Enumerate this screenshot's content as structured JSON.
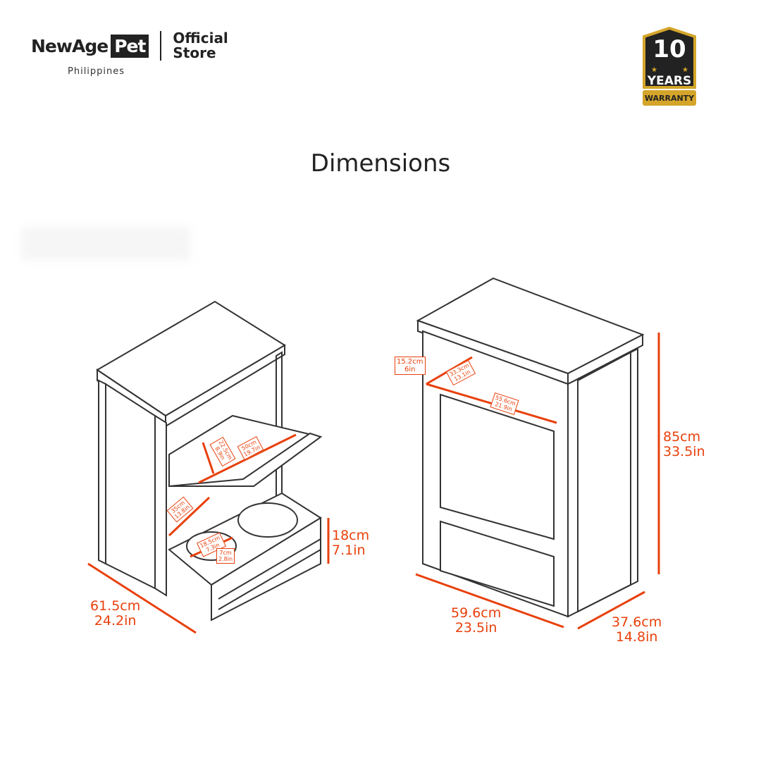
{
  "header": {
    "brand_name": "NewAge",
    "brand_pet": "Pet",
    "store_line1": "Official",
    "store_line2": "Store",
    "country": "Philippines"
  },
  "badge": {
    "number": "10",
    "years": "YEARS",
    "label": "WARRANTY",
    "gold": "#d4a52a",
    "dark": "#222222"
  },
  "title": "Dimensions",
  "accent_color": "#e8400c",
  "left_unit": {
    "depth": {
      "cm": "61.5cm",
      "in": "24.2in"
    },
    "bowl_height": {
      "cm": "18cm",
      "in": "7.1in"
    },
    "inner_height": {
      "cm": "22.5cm",
      "in": "8.9in"
    },
    "inner_width": {
      "cm": "50cm",
      "in": "19.7in"
    },
    "door_length": {
      "cm": "35cm",
      "in": "13.8in"
    },
    "bowl_diameter": {
      "cm": "18.5cm",
      "in": "7.3in"
    },
    "bowl_depth": {
      "cm": "7cm",
      "in": "2.8in"
    }
  },
  "right_unit": {
    "height": {
      "cm": "85cm",
      "in": "33.5in"
    },
    "width": {
      "cm": "59.6cm",
      "in": "23.5in"
    },
    "depth": {
      "cm": "37.6cm",
      "in": "14.8in"
    },
    "shelf_height": {
      "cm": "15.2cm",
      "in": "6in"
    },
    "shelf_depth": {
      "cm": "33.3cm",
      "in": "13.1in"
    },
    "shelf_width": {
      "cm": "55.6cm",
      "in": "21.9in"
    }
  }
}
